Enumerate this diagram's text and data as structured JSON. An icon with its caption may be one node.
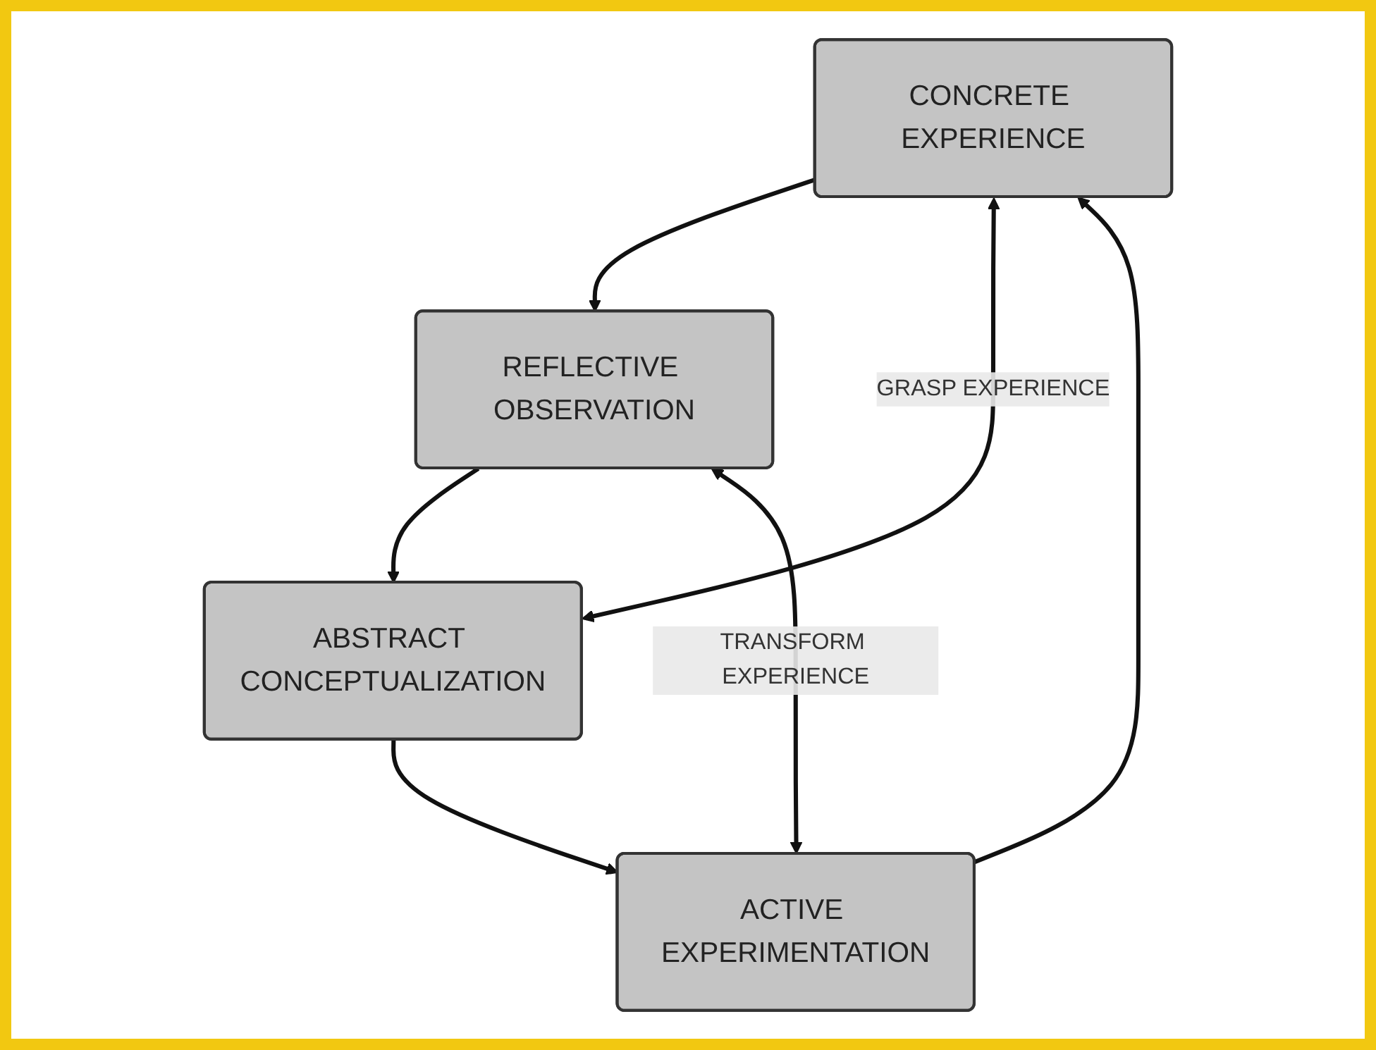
{
  "diagram": {
    "nodes": [
      {
        "text": [
          "CONCRETE EXPERIENCE"
        ]
      },
      {
        "text": [
          "ACTIVE EXPERIMENTATION"
        ]
      },
      {
        "text": [
          "REFLECTIVE OBSERVATION"
        ]
      },
      {
        "text": [
          "ABSTRACT CONCEPTUALIZATION"
        ]
      }
    ],
    "edges": [
      {
        "from": 0,
        "to": 2,
        "arrow": "to"
      },
      {
        "from": 2,
        "to": 3,
        "arrow": "to"
      },
      {
        "from": 3,
        "to": 1,
        "arrow": "to"
      },
      {
        "from": 1,
        "to": 0,
        "arrow": "to"
      },
      {
        "from": 0,
        "to": 3,
        "arrow": "both",
        "label": "GRASP EXPERIENCE"
      },
      {
        "from": 1,
        "to": 2,
        "arrow": "both",
        "label": "TRANSFORM EXPERIENCE"
      }
    ]
  }
}
